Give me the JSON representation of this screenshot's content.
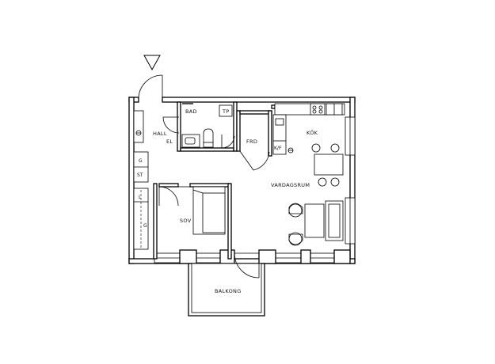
{
  "rooms": {
    "bad": "BAD",
    "tp": "TP",
    "hall": "HALL",
    "el": "EL",
    "frd": "FRD",
    "kok": "KÖK",
    "kf": "K/F",
    "vardagsrum": "VARDAGSRUM",
    "sov": "SOV",
    "balkong": "BALKONG",
    "g_upper": "G",
    "st": "ST",
    "l": "L",
    "g_lower": "G"
  },
  "icons": {
    "entrance": "entrance-triangle-icon",
    "north": "none"
  }
}
